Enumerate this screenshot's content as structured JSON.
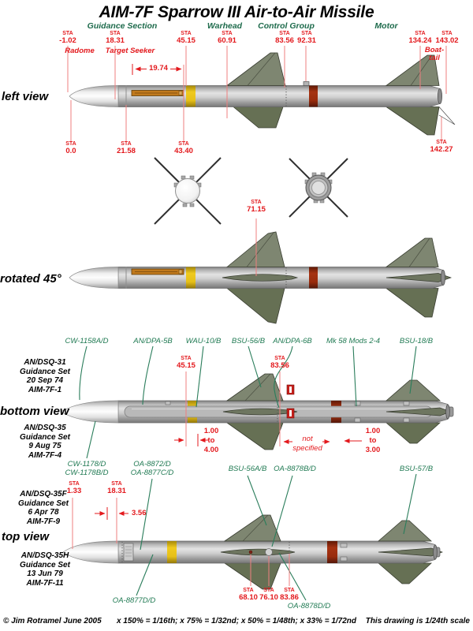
{
  "title": "AIM-7F Sparrow III Air-to-Air Missile",
  "sections": [
    "Guidance Section",
    "Warhead",
    "Control Group",
    "Motor"
  ],
  "sta_word": "STA",
  "stations": {
    "top": [
      "-1.02",
      "18.31",
      "45.15",
      "60.91",
      "83.56",
      "92.31",
      "134.24",
      "143.02"
    ],
    "left_view_bottom": [
      "0.0",
      "21.58",
      "43.40",
      "142.27"
    ],
    "rotated_wing": "71.15",
    "bottom_view": [
      "45.15",
      "83.56"
    ],
    "top_view_fwd": [
      "1.33",
      "18.31"
    ],
    "top_view_aft": [
      "68.10",
      "76.10",
      "83.86"
    ]
  },
  "callouts": {
    "radome": "Radome",
    "target_seeker": "Target Seeker",
    "boattail_line1": "Boat-",
    "boattail_line2": "tail"
  },
  "views": {
    "left": "left view",
    "rotated": "rotated 45°",
    "bottom": "bottom view",
    "top": "top view"
  },
  "dimensions": {
    "seeker_length": "19.74",
    "warhead_band": [
      "1.00",
      "to",
      "4.00"
    ],
    "motor_band": [
      "1.00",
      "to",
      "3.00"
    ],
    "not_specified": [
      "not",
      "specified"
    ],
    "nose_plate": "3.56"
  },
  "part_labels": {
    "upper": [
      "CW-1158A/D",
      "AN/DPA-5B",
      "WAU-10/B",
      "BSU-56/B",
      "AN/DPA-6B",
      "Mk 58 Mods 2-4",
      "BSU-18/B"
    ],
    "middle": [
      "CW-1178/D",
      "CW-1178B/D",
      "OA-8872/D",
      "OA-8877C/D",
      "BSU-56A/B",
      "OA-8878B/D",
      "BSU-57/B"
    ],
    "lower": [
      "OA-8877D/D",
      "OA-8878D/D"
    ]
  },
  "guidance_sets": [
    {
      "model": "AN/DSQ-31",
      "label": "Guidance Set",
      "date": "20 Sep 74",
      "designation": "AIM-7F-1"
    },
    {
      "model": "AN/DSQ-35",
      "label": "Guidance Set",
      "date": "9 Aug 75",
      "designation": "AIM-7F-4"
    },
    {
      "model": "AN/DSQ-35F",
      "label": "Guidance Set",
      "date": "6 Apr 78",
      "designation": "AIM-7F-9"
    },
    {
      "model": "AN/DSQ-35H",
      "label": "Guidance Set",
      "date": "13 Jun 79",
      "designation": "AIM-7F-11"
    }
  ],
  "footer": {
    "copyright": "© Jim Rotramel June 2005",
    "scale_conversions": "x 150% = 1/16th;  x 75% = 1/32nd;   x 50% = 1/48th;  x 33% = 1/72nd",
    "scale_note": "This drawing is 1/24th scale"
  },
  "colors": {
    "sta_red": "#e3191d",
    "leader_red": "#ef7f7f",
    "label_green": "#207a53",
    "body_gray": "#b5b5b5",
    "band_yellow": "#e6c01c",
    "band_dark_red": "#9c2c0f",
    "seeker_orange": "#c0791c",
    "fin_olive": "#7e8671"
  }
}
